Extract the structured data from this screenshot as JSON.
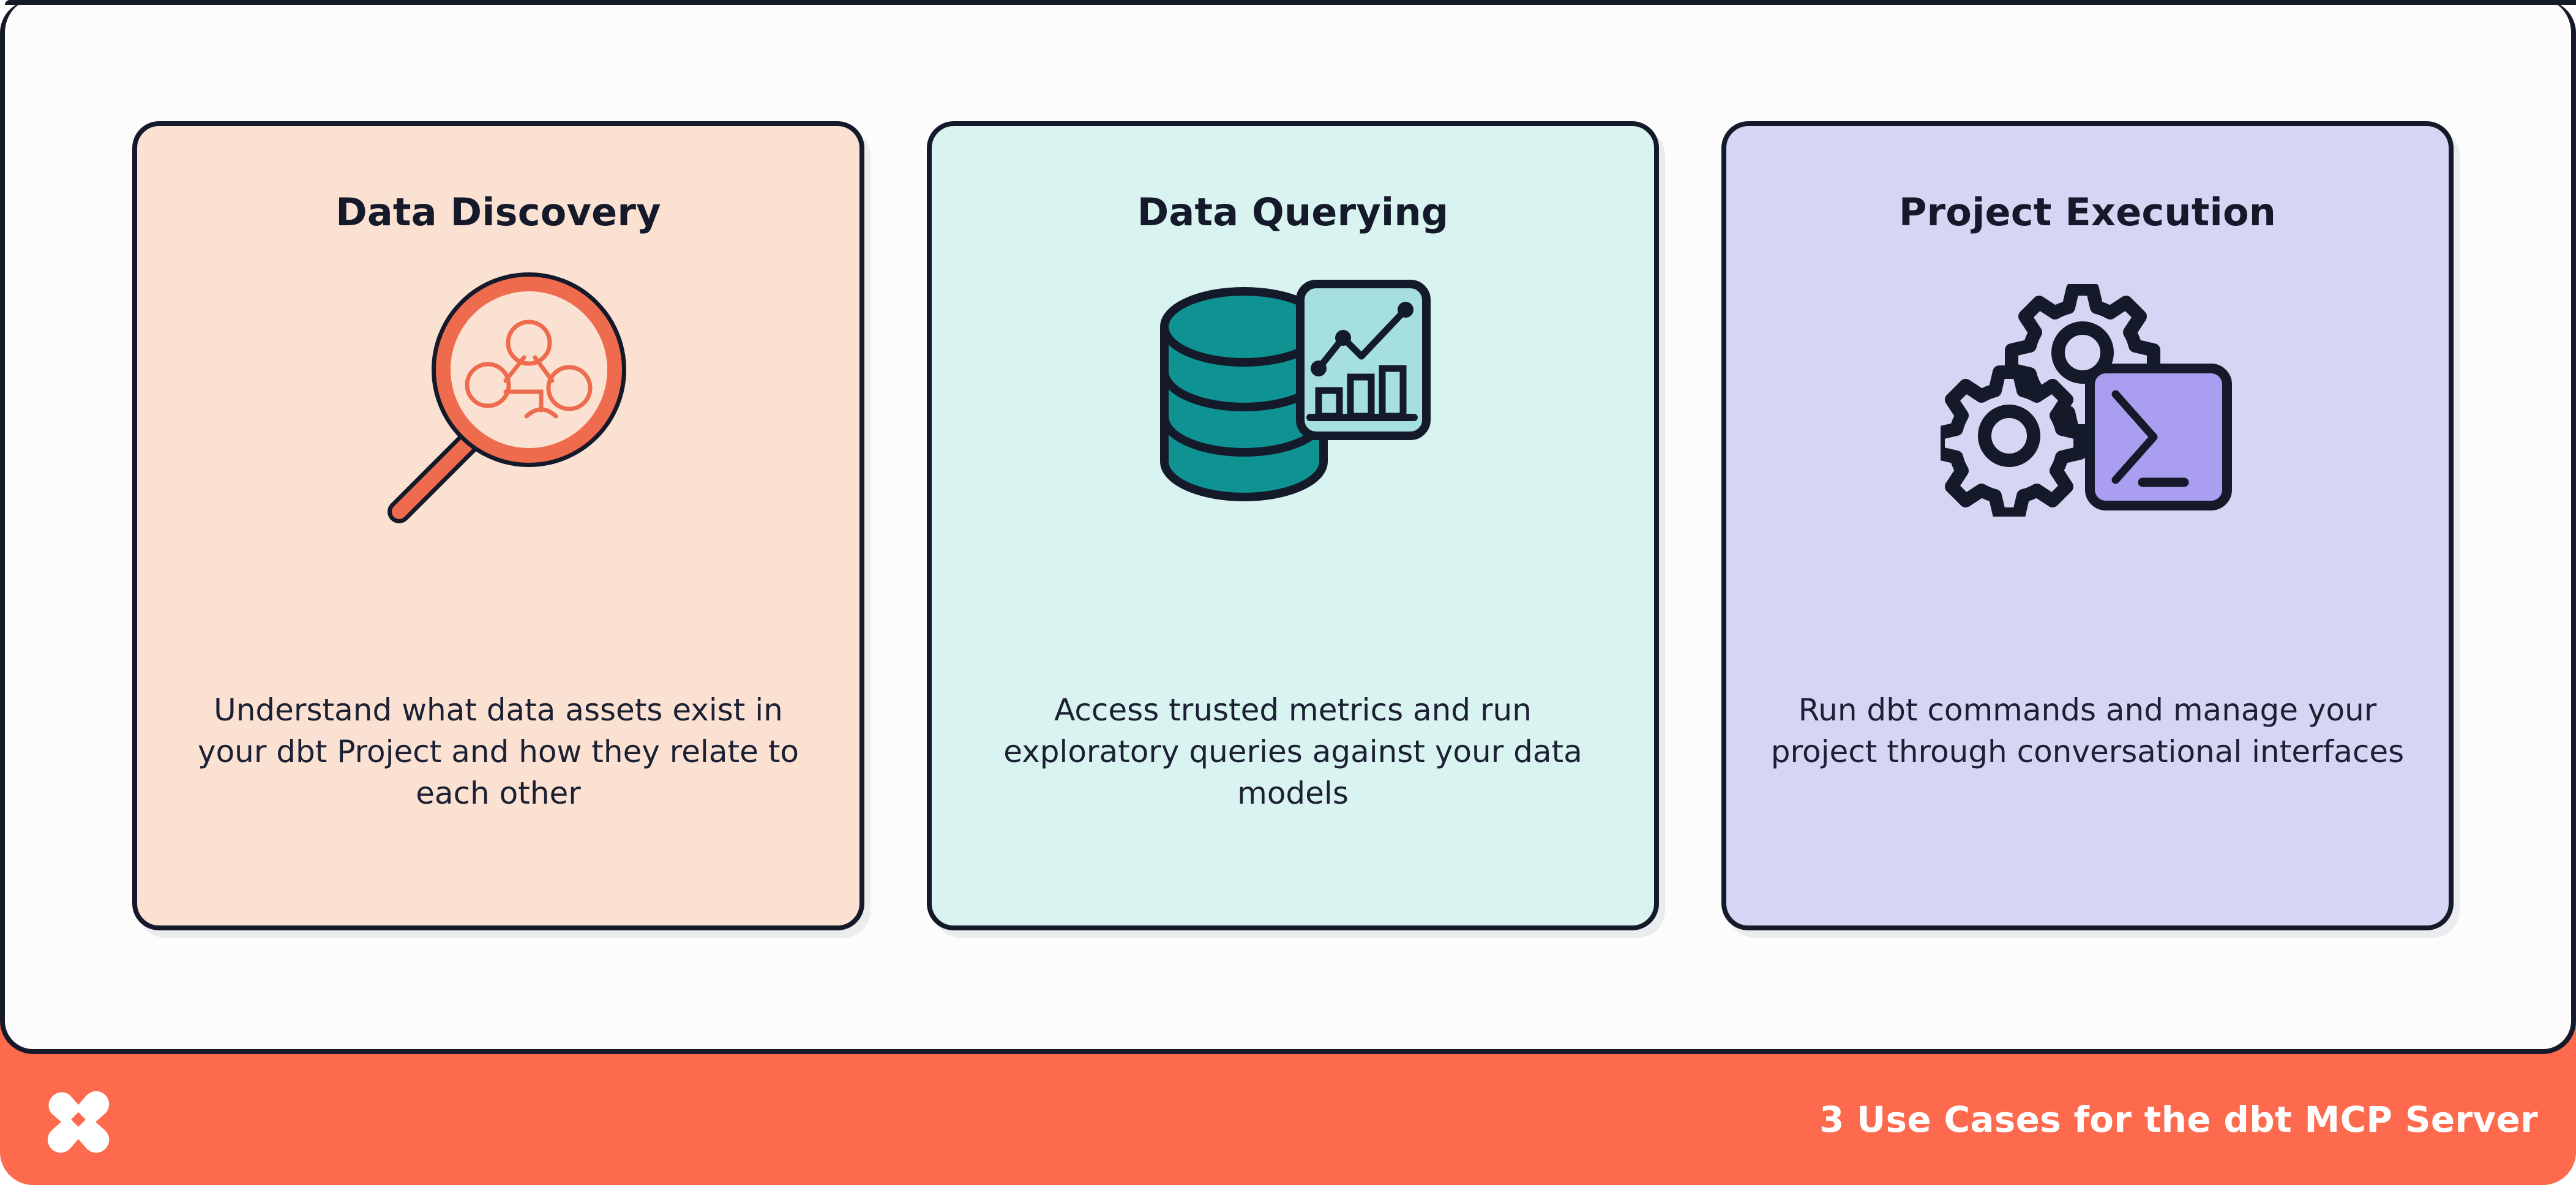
{
  "footer": {
    "logo_icon": "dbt-logo-icon",
    "caption": "3 Use Cases for the dbt MCP Server",
    "background_color": "#fd6a4d",
    "text_color": "#ffffff"
  },
  "panel": {
    "background_color": "#fcfcfc",
    "border_color": "#151a2b"
  },
  "cards": [
    {
      "id": "data-discovery",
      "title": "Data Discovery",
      "body": "Understand what data assets exist in your dbt Project and how they relate to each other",
      "icon": "magnifying-glass-lineage-icon",
      "background_color": "#fbe1d2",
      "accent_color": "#ee6c4d",
      "outline_color": "#151a2b"
    },
    {
      "id": "data-querying",
      "title": "Data Querying",
      "body": "Access trusted metrics and run exploratory queries against your data models",
      "icon": "database-chart-icon",
      "background_color": "#d9f3f1",
      "accent_color": "#0e9292",
      "accent_color_light": "#a5e0de",
      "outline_color": "#151a2b"
    },
    {
      "id": "project-execution",
      "title": "Project Execution",
      "body": "Run dbt commands and manage your project through conversational interfaces",
      "icon": "gears-terminal-icon",
      "background_color": "#d7d5f4",
      "accent_color": "#a99ef0",
      "outline_color": "#151a2b"
    }
  ]
}
